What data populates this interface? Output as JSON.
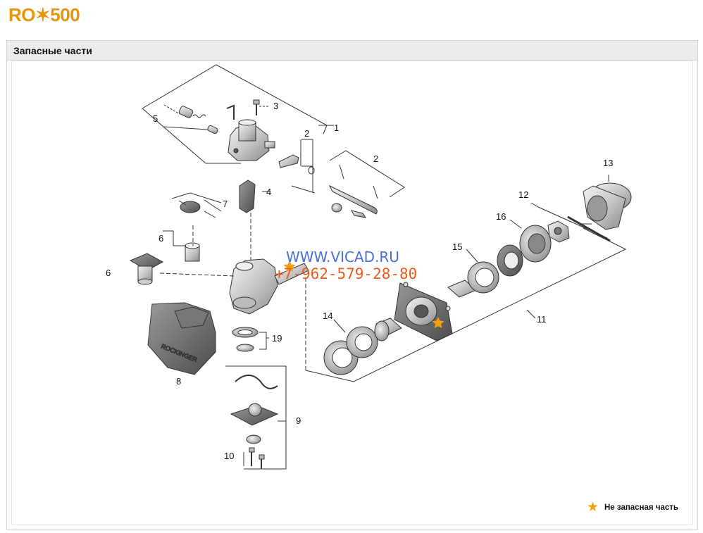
{
  "page": {
    "title": "RO✶500"
  },
  "panel": {
    "heading": "Запасные части"
  },
  "diagram": {
    "callouts": [
      "1",
      "2",
      "3",
      "4",
      "5",
      "6",
      "7",
      "8",
      "9",
      "10",
      "11",
      "12",
      "13",
      "14",
      "15",
      "16",
      "19"
    ],
    "watermark": {
      "url": "WWW.VICAD.RU",
      "phone": "+7-962-579-28-80"
    },
    "colors": {
      "accent": "#e8950c",
      "star": "#f2a10d",
      "watermark_url": "#4d6ed6",
      "watermark_phone": "#ee5a1a"
    }
  },
  "legend": {
    "icon": "star-icon",
    "label": "Не запасная часть"
  }
}
